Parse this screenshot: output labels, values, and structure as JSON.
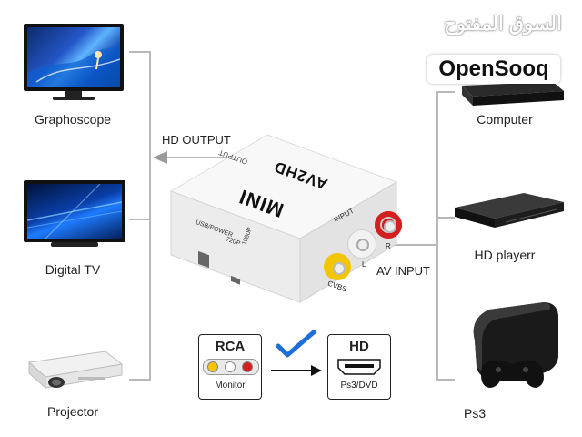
{
  "watermark": {
    "arabic": "السوق المفتوح",
    "brand": "OpenSooq"
  },
  "devices": {
    "left": [
      "Graphoscope",
      "Digital  TV",
      "Projector"
    ],
    "right": [
      "Computer",
      "HD playerr",
      "Ps3"
    ]
  },
  "converter": {
    "brand": "MINI",
    "model": "AV2HD",
    "output_port_label": "OUTPUT",
    "input_label": "INPUT",
    "usb_label": "USB/POWER",
    "res_720": "720P",
    "res_1080": "1080P",
    "jack_r": "R",
    "jack_l": "L",
    "jack_cvbs": "CVBS"
  },
  "connections": {
    "hd_output": "HD OUTPUT",
    "av_input": "AV INPUT"
  },
  "rca_box": {
    "title": "RCA",
    "caption": "Monitor"
  },
  "hd_box": {
    "title": "HD",
    "caption": "Ps3/DVD"
  },
  "colors": {
    "yellow": "#f2c500",
    "white": "#eeeeee",
    "red": "#d21f1f",
    "check": "#1e6fd9"
  }
}
